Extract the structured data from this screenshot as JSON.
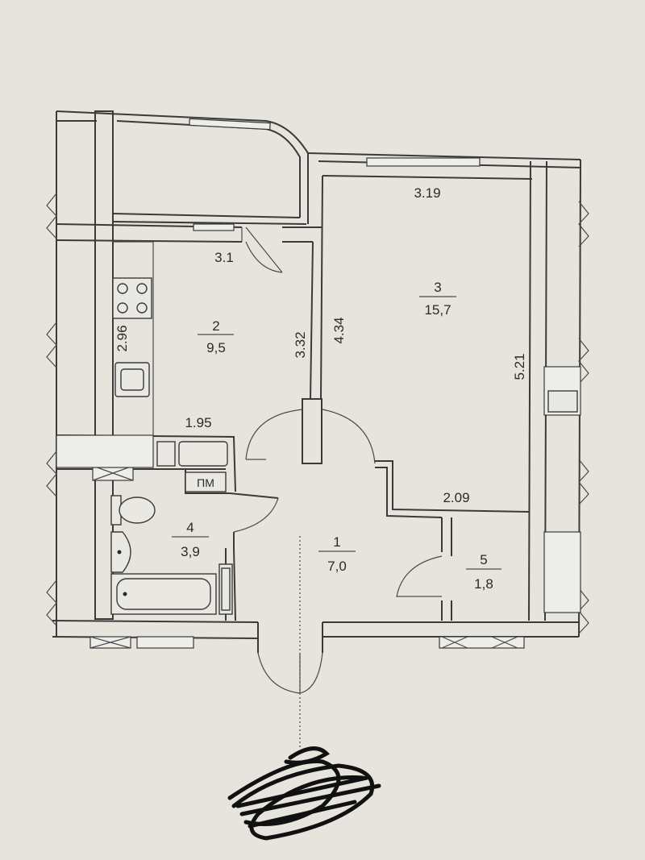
{
  "rooms": [
    {
      "number": "1",
      "area": "7,0"
    },
    {
      "number": "2",
      "area": "9,5"
    },
    {
      "number": "3",
      "area": "15,7"
    },
    {
      "number": "4",
      "area": "3,9"
    },
    {
      "number": "5",
      "area": "1,8"
    }
  ],
  "dimensions": [
    "3.19",
    "3.1",
    "2.96",
    "3.32",
    "4.34",
    "5.21",
    "1.95",
    "2.09"
  ],
  "labels": {
    "service_niche": "ПМ"
  },
  "colors": {
    "paper": "#e6e4dc",
    "ink": "#3a3a3a"
  }
}
